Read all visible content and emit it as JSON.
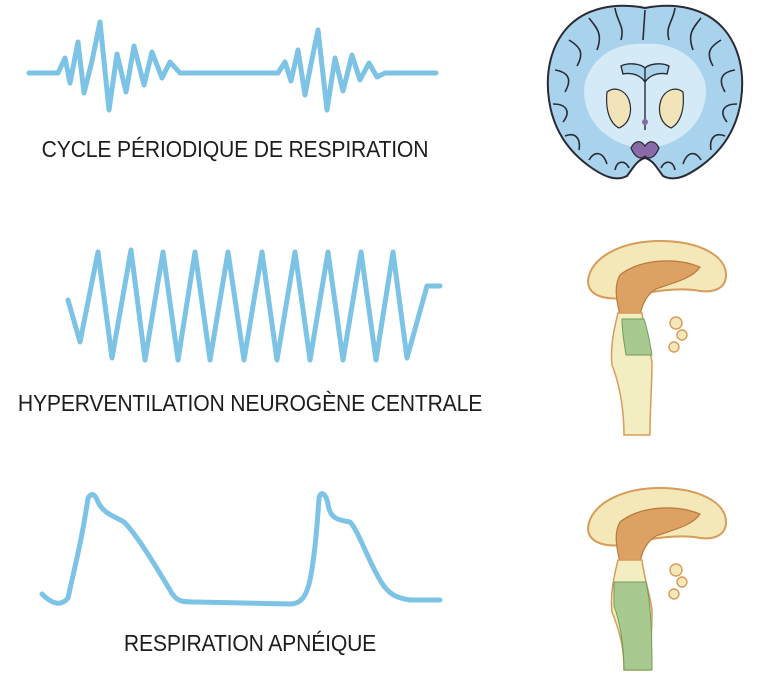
{
  "panels": [
    {
      "caption": "CYCLE PÉRIODIQUE DE RESPIRATION",
      "pattern": "cheyne-stokes",
      "illustration": "brain-coronal-section"
    },
    {
      "caption": "HYPERVENTILATION NEUROGÈNE CENTRALE",
      "pattern": "central-neurogenic-hyperventilation",
      "illustration": "brainstem-midbrain-lesion"
    },
    {
      "caption": "RESPIRATION APNÉIQUE",
      "pattern": "apneustic",
      "illustration": "brainstem-pons-lesion"
    }
  ],
  "colors": {
    "waveform": "#7cc3e6",
    "brain_fill": "#a9d3ec",
    "brain_inner": "#d4eaf6",
    "outline": "#2a2a35",
    "thalamus": "#f3e3b8",
    "basal": "#8a6aa8",
    "cerebellum": "#f5e8b8",
    "brainstem_top": "#dda164",
    "brainstem_stem": "#f3eec1",
    "lesion": "#a8c98f"
  }
}
